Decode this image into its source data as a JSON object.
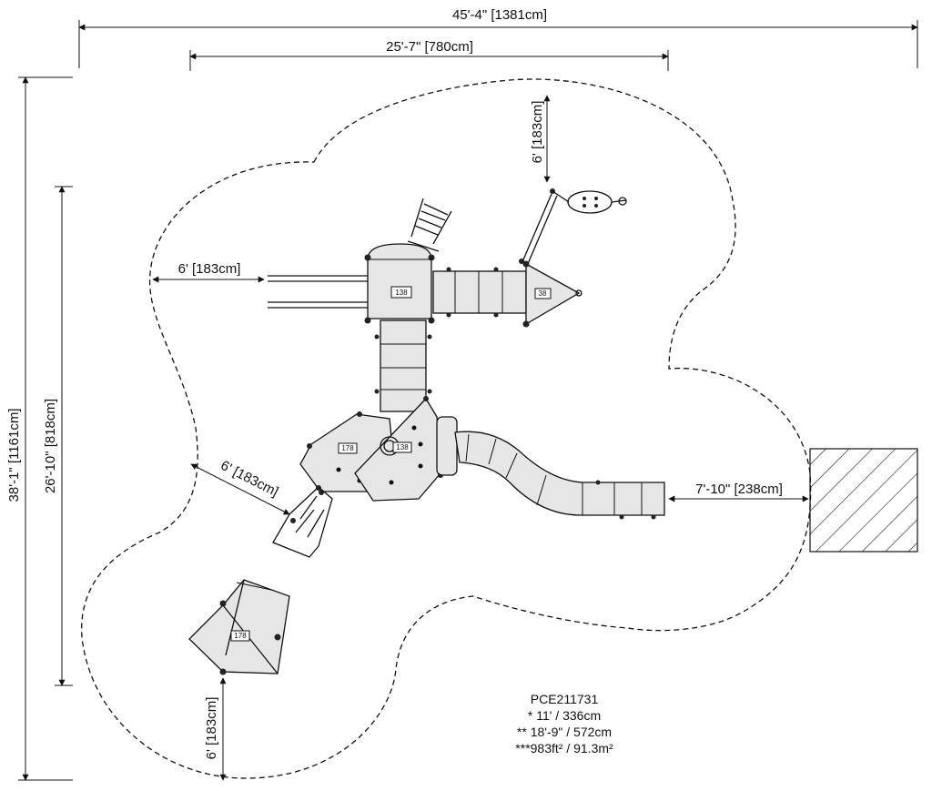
{
  "dimensions": {
    "overall_width": "45'-4\" [1381cm]",
    "structure_width": "25'-7\" [780cm]",
    "overall_depth": "38'-1\" [1161cm]",
    "structure_depth": "26'-10\" [818cm]",
    "clearance_top": "6' [183cm]",
    "clearance_left": "6' [183cm]",
    "clearance_diagonal": "6' [183cm]",
    "clearance_bottom": "6' [183cm]",
    "slide_exit": "7'-10\" [238cm]"
  },
  "component_tags": {
    "main_deck": "138",
    "bridge_deck": "38",
    "lower_left_deck": "178",
    "lower_right_deck": "138",
    "freestanding_deck": "178"
  },
  "product_info": {
    "model": "PCE211731",
    "line1": "* 11' / 336cm",
    "line2": "** 18'-9\" / 572cm",
    "line3": "***983ft² / 91.3m²"
  },
  "colors": {
    "line": "#111111",
    "deck_fill": "#e6e6e6",
    "background": "#ffffff"
  }
}
